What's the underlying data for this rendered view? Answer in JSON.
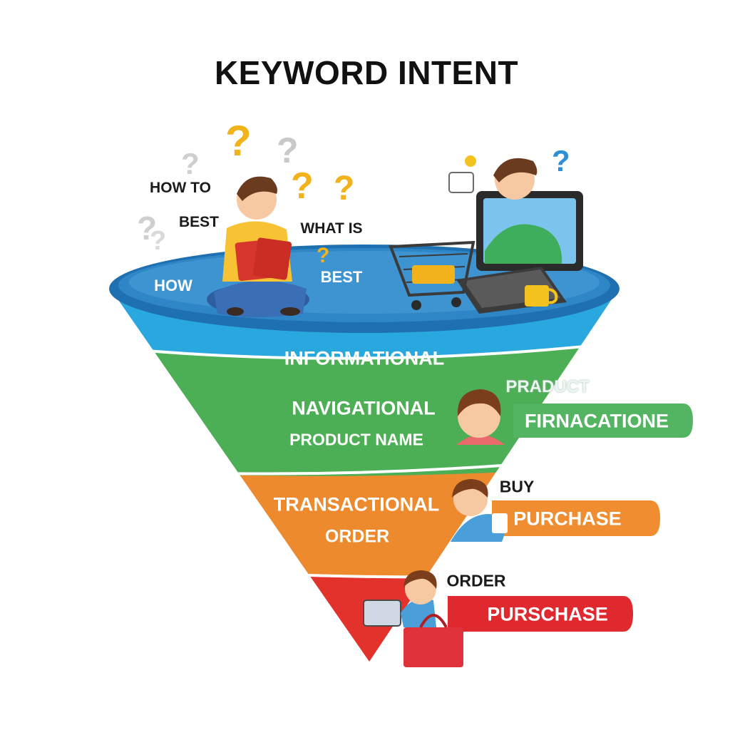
{
  "title": "KEYWORD INTENT",
  "top_words": [
    "HOW TO",
    "BEST",
    "WHAT IS",
    "HOW",
    "BEST"
  ],
  "funnel": {
    "tiers": [
      {
        "label": "INFORMATIONAL",
        "color": "#29a7df"
      },
      {
        "label": "NAVIGATIONAL",
        "sublabel": "PRODUCT NAME",
        "color": "#4daf55"
      },
      {
        "label": "TRANSACTIONAL",
        "sublabel": "ORDER",
        "color": "#ee8a2e"
      },
      {
        "color": "#e3322c"
      }
    ],
    "rim_color": "#1f70b0"
  },
  "callouts": {
    "navigational": {
      "tag": "PRADUCT",
      "pill": "FIRNACATIONE",
      "color": "#53b461"
    },
    "transactional": {
      "tag": "BUY",
      "pill": "PURCHASE",
      "color": "#ef8d30"
    },
    "commercial": {
      "tag": "ORDER",
      "pill": "PURSCHASE",
      "color": "#e0282f"
    }
  },
  "icons": {
    "reader": "person-reading-book-icon",
    "shopper": "person-at-computer-icon",
    "questions": "question-mark-icon"
  }
}
